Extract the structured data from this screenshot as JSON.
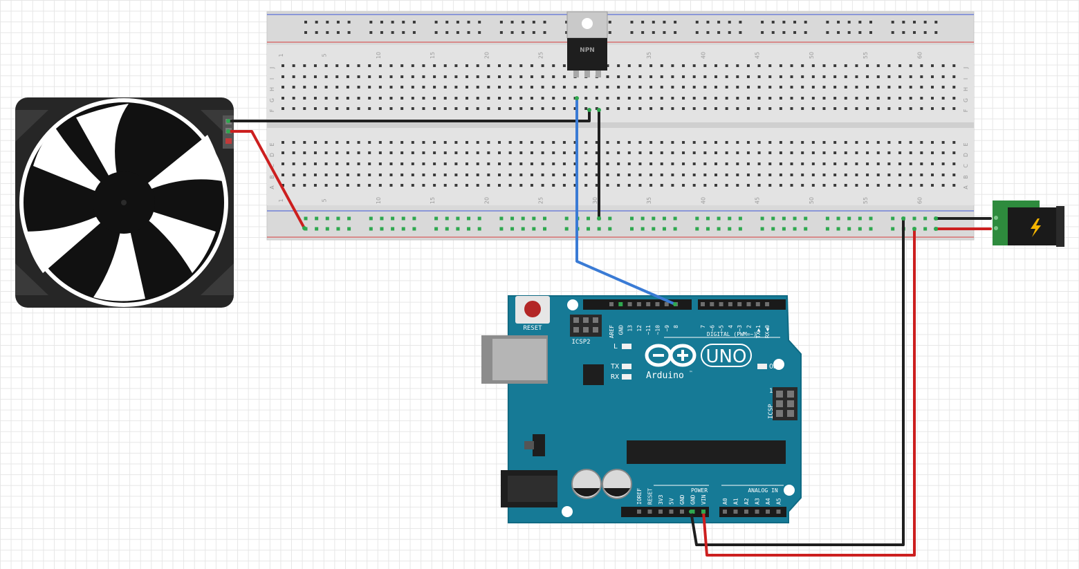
{
  "breadboard": {
    "col_numbers": [
      "1",
      "5",
      "10",
      "15",
      "20",
      "25",
      "30",
      "35",
      "40",
      "45",
      "50",
      "55",
      "60"
    ],
    "row_letters_top": [
      "J",
      "I",
      "H",
      "G",
      "F"
    ],
    "row_letters_bottom": [
      "E",
      "D",
      "C",
      "B",
      "A"
    ]
  },
  "transistor": {
    "label": "NPN"
  },
  "arduino": {
    "reset_label": "RESET",
    "icsp2_label": "ICSP2",
    "icsp_label": "ICSP",
    "icsp_pin1": "1",
    "led_l": "L",
    "led_tx": "TX",
    "led_rx": "RX",
    "led_on": "ON",
    "brand": "Arduino",
    "tm": "™",
    "model": "UNO",
    "digital_label": "DIGITAL (PWM=~)",
    "power_label": "POWER",
    "analog_label": "ANALOG IN",
    "digital_pins_left": [
      "AREF",
      "GND",
      "13",
      "12",
      "~11",
      "~10",
      "~9",
      "8"
    ],
    "digital_pins_right": [
      "7",
      "~6",
      "~5",
      "4",
      "~3",
      "2",
      "TX▶1",
      "RX◀0"
    ],
    "power_pins": [
      "IOREF",
      "RESET",
      "3V3",
      "5V",
      "GND",
      "GND",
      "VIN"
    ],
    "analog_pins": [
      "A0",
      "A1",
      "A2",
      "A3",
      "A4",
      "A5"
    ]
  },
  "wire_colors": {
    "red": "#cc1f1f",
    "black": "#1f1f1f",
    "blue": "#3a7bd5",
    "board": "#167a96"
  }
}
